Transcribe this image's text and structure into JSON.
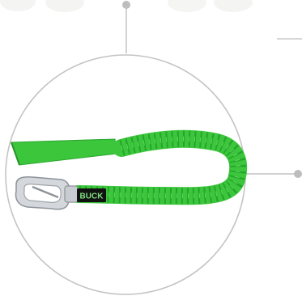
{
  "product": {
    "name": "green-shock-absorbing-lanyard",
    "brand_label": "BUCK",
    "icon": "lanyard-product-image"
  },
  "colors": {
    "connector_line": "#c2c2c2",
    "circle_border": "#c4c4c4",
    "dot": "#bdbdbd",
    "lanyard_green": "#3cc63c",
    "lanyard_dark_green": "#1e8a22",
    "hook_metal": "#c8ccd0",
    "label_bg": "#111111",
    "label_text": "#7ee07e"
  }
}
